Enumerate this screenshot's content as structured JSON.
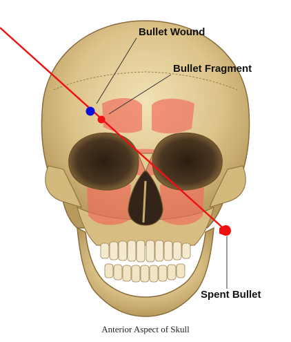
{
  "labels": {
    "bullet_wound": "Bullet Wound",
    "bullet_fragment": "Bullet Fragment",
    "spent_bullet": "Spent Bullet"
  },
  "caption": "Anterior Aspect of Skull",
  "colors": {
    "trajectory": "#ee1111",
    "wound_marker": "#1010dd",
    "fragment_marker": "#ee1111",
    "spent_bullet_marker": "#ee1111",
    "sinus_highlight": "#f06a5a",
    "bone_light": "#ecd9a8",
    "bone_mid": "#d9bf83",
    "bone_shadow": "#a68a52",
    "cavity": "#3a2a18",
    "background": "#ffffff"
  }
}
